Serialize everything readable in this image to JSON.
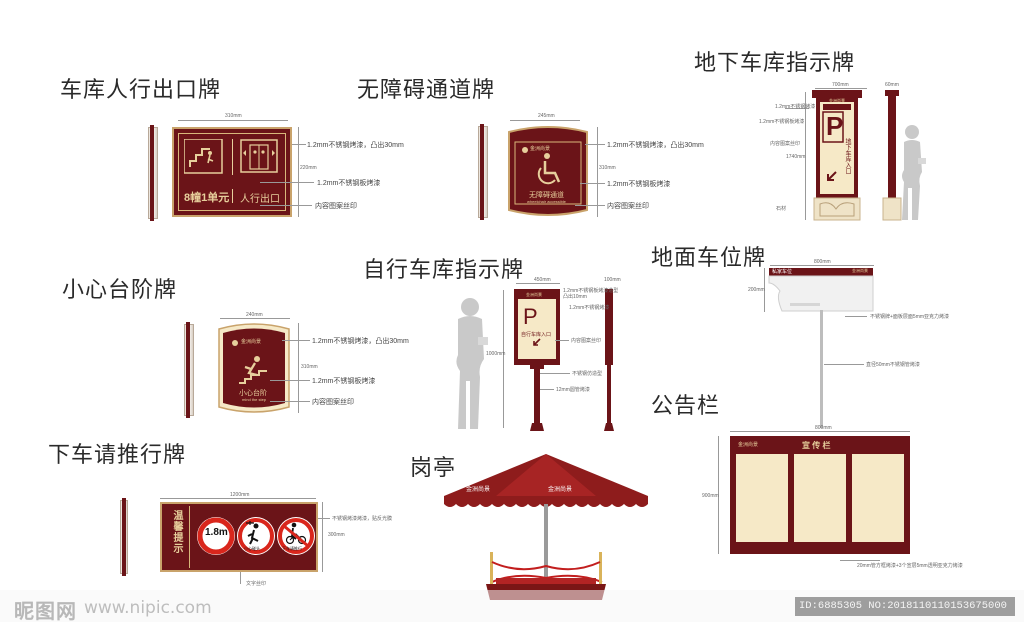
{
  "titles": {
    "garage_exit": "车库人行出口牌",
    "accessible": "无障碍通道牌",
    "underground": "地下车库指示牌",
    "step": "小心台阶牌",
    "bike": "自行车库指示牌",
    "parking_spot": "地面车位牌",
    "dismount": "下车请推行牌",
    "kiosk": "岗亭",
    "bulletin": "公告栏"
  },
  "garage_exit": {
    "width_label": "310mm",
    "height_label": "220mm",
    "unit_text": "8幢1单元",
    "exit_text": "人行出口",
    "note1": "1.2mm不锈钢烤漆，凸出30mm",
    "note2": "1.2mm不锈钢板烤漆",
    "note3": "内容图案丝印"
  },
  "accessible": {
    "width_label": "245mm",
    "height_label": "310mm",
    "brand": "金洲尚景",
    "cn_text": "无障碍通道",
    "en_text": "wheelchair accessible",
    "note1": "1.2mm不锈钢烤漆，凸出30mm",
    "note2": "1.2mm不锈钢板烤漆",
    "note3": "内容图案丝印"
  },
  "underground": {
    "width_label": "700mm",
    "side_width_label": "60mm",
    "height_label": "1740mm",
    "brand": "金洲尚景",
    "p_letter": "P",
    "vertical_text": "地下车库入口",
    "note1": "1.2mm不锈钢烤漆",
    "note2": "1.2mm不锈钢板烤漆",
    "note3": "内容图案丝印",
    "note4": "石材"
  },
  "step": {
    "width_label": "240mm",
    "height_label": "310mm",
    "brand": "金洲尚景",
    "cn_text": "小心台阶",
    "en_text": "mind the step",
    "note1": "1.2mm不锈钢烤漆，凸出30mm",
    "note2": "1.2mm不锈钢板烤漆",
    "note3": "内容图案丝印"
  },
  "bike": {
    "width_label": "450mm",
    "side_width_label": "100mm",
    "height_label": "1000mm",
    "brand": "金洲尚景",
    "p_letter": "P",
    "sub_text": "自行车库入口",
    "note1": "1.2mm不锈钢板烤漆造型",
    "note2": "凸出10mm",
    "note3": "1.2mm不锈钢烤漆",
    "note4": "内容图案丝印",
    "note5": "不锈钢仿造型",
    "note6": "12mm圆管烤漆"
  },
  "parking_spot": {
    "width_label": "800mm",
    "height_label": "200mm",
    "header_text": "私家车位",
    "brand": "金洲尚景",
    "note1": "不锈钢牌+面板层面5mm亚克力烤漆",
    "note2": "直径50mm不锈钢管烤漆"
  },
  "dismount": {
    "width_label": "1200mm",
    "height_label": "300mm",
    "side_text": "温馨提示",
    "sign1_value": "1.8m",
    "sign2_text": "小心碰头",
    "sign3_text": "下车请推行",
    "note1": "不锈钢烤漆烤漆，贴反光膜",
    "note2": "文字丝印"
  },
  "kiosk": {
    "brand": "金洲尚景"
  },
  "bulletin": {
    "width_label": "800mm",
    "height_label": "900mm",
    "brand": "金洲尚景",
    "header_text": "宣 传 栏",
    "note1": "20mm管方框烤漆+3个宣层5mm透明亚克力烤漆"
  },
  "watermark": {
    "logo": "昵图网",
    "url": "www.nipic.com",
    "id_text": "ID:6885305 NO:20181101101536750​00"
  },
  "colors": {
    "maroon": "#6b1418",
    "gold": "#d8b77a",
    "cream": "#f6e9c7",
    "red_sign": "#d9261c"
  }
}
